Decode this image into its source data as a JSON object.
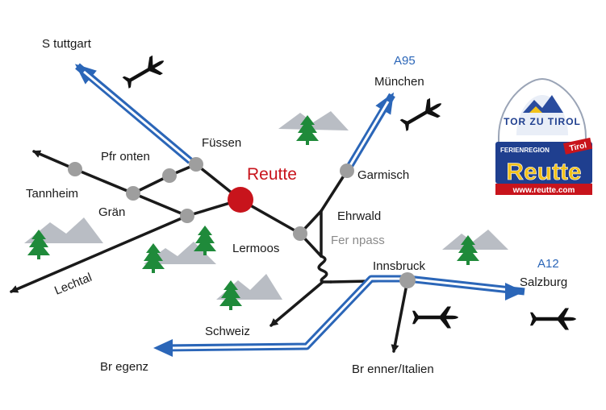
{
  "center_label": "Reutte",
  "places": {
    "stuttgart": "S tuttgart",
    "munchen": "München",
    "a95": "A95",
    "fussen": "Füssen",
    "pfronten": "Pfr onten",
    "tannheim": "Tannheim",
    "gran": "Grän",
    "garmisch": "Garmisch",
    "ehrwald": "Ehrwald",
    "lermoos": "Lermoos",
    "fernpass": "Fer npass",
    "lechtal": "Lechtal",
    "innsbruck": "Innsbruck",
    "a12": "A12",
    "salzburg": "Salzburg",
    "schweiz": "Schweiz",
    "bregenz": "Br egenz",
    "brenner": "Br enner/Italien"
  },
  "logo": {
    "arc_text": "TOR ZU TIROL",
    "region": "FERIENREGION",
    "brand": "Tirol",
    "name": "Reutte",
    "url": "www.reutte.com"
  },
  "icons": [
    "airplane-icon",
    "mountain-tree-icon",
    "town-node-icon",
    "highway-arrow-icon"
  ],
  "colors": {
    "road": "#1a1a1a",
    "highway": "#2b66b8",
    "node": "#9e9e9e",
    "center": "#c8141c",
    "mountain": "#b9bdc4",
    "tree": "#1f8a3a",
    "logo_blue": "#1f3f8f",
    "logo_red": "#c8141c"
  }
}
